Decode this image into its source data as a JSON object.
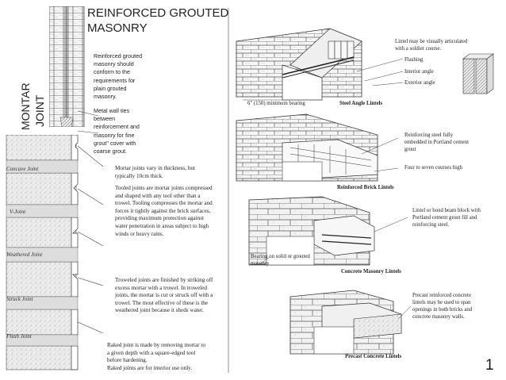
{
  "title": {
    "line1": "REINFORCED GROUTED",
    "line2": "MASONRY"
  },
  "side_labels": {
    "montar": "MONTAR",
    "joint": "JOINT"
  },
  "notes": {
    "grouted": [
      "Reinforced grouted",
      "masonry should",
      "conform to the",
      "requirements for",
      "plain grouted",
      "masonry."
    ],
    "ties": [
      "Metal wall ties",
      "between",
      "reinforcement and",
      "masonry for fine",
      "grout\" cover with",
      "coarse grout."
    ],
    "mortar_vary": [
      "Mortar joints vary in thickness, but",
      "typically 10cm thick."
    ],
    "tooled": [
      "Tooled joints are mortar joints compressed",
      "and shaped with any tool other than a",
      "trowel. Tooling compresses the mortar and",
      "forces it tightly against the brick surfaces,",
      "providing maximum protection against",
      "water penetration in areas subject to high",
      "winds or heavy rains."
    ],
    "troweled": [
      "Troweled joints are finished by striking off",
      "excess mortar with a trowel. In troweled",
      "joints, the mortar is cut or struck off with a",
      "trowel. The most effective of these is the",
      "weathered joint because it sheds water."
    ],
    "raked": [
      "Raked joint is made by removing mortar to",
      "a given depth with a square-edged tool",
      "before hardening.",
      "Raked joints are for interior use only."
    ]
  },
  "joint_types": [
    "Concave Joint",
    "V-Joint",
    "Weathered Joint",
    "Struck Joint",
    "Flush Joint"
  ],
  "diagram_labels": {
    "soldier": [
      "Lintel may be visually articulated",
      "with a soldier course."
    ],
    "flashing": "Flashing",
    "interior_angle": "Interior angle",
    "exterior_angle": "Exterior angle",
    "min_bearing": "6\" (150) minimum bearing",
    "steel_angle": "Steel Angle Lintels",
    "reinforcing_steel": [
      "Reinforcing steel fully",
      "embedded in Portland cement",
      "grout"
    ],
    "courses": "Four to seven courses high",
    "reinforced_brick": "Reinforced Brick Lintels",
    "bond_beam": [
      "Lintel or bond beam block with",
      "Portland cement grout fill and",
      "reinforcing steel."
    ],
    "bearing_solid": [
      "Bearing on solid or grouted",
      "masonry"
    ],
    "concrete_masonry": "Concrete Masonry Lintels",
    "precast_note": [
      "Precast reinforced concrete",
      "lintels may be used to span",
      "openings in both bricks and",
      "concrete masonry walls."
    ],
    "precast_title": "Precast Concrete Lintels"
  },
  "page_number": "1"
}
